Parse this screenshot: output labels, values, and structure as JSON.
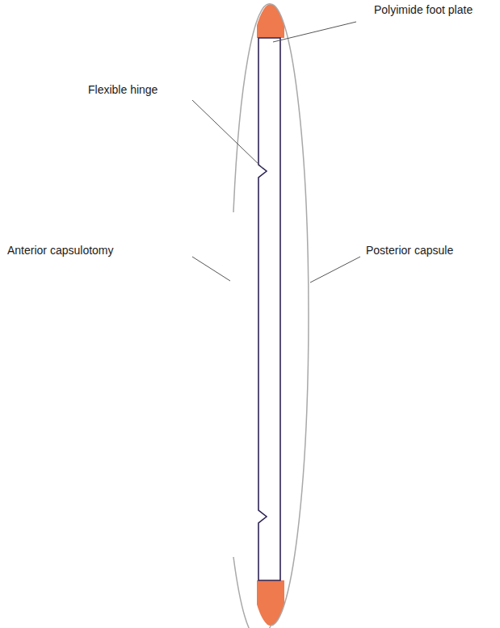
{
  "diagram": {
    "labels": [
      "Polyimide foot plate",
      "Flexible hinge",
      "Anterior capsulotomy",
      "Posterior capsule"
    ]
  }
}
